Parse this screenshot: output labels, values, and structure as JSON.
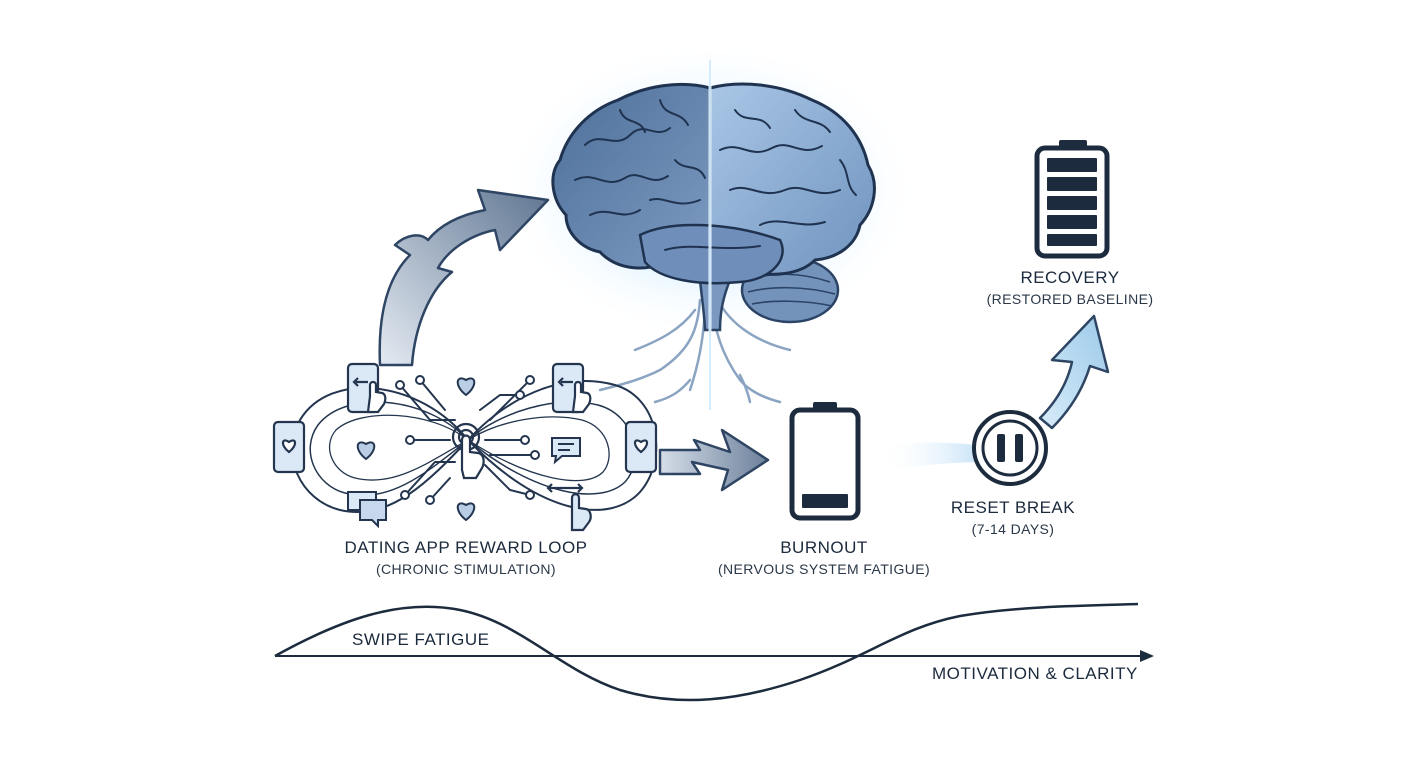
{
  "nodes": {
    "reward_loop": {
      "title": "DATING APP REWARD LOOP",
      "subtitle": "(CHRONIC STIMULATION)"
    },
    "burnout": {
      "title": "BURNOUT",
      "subtitle": "(NERVOUS SYSTEM FATIGUE)"
    },
    "reset_break": {
      "title": "RESET BREAK",
      "subtitle": "(7-14 DAYS)"
    },
    "recovery": {
      "title": "RECOVERY",
      "subtitle": "(RESTORED BASELINE)"
    }
  },
  "curves": {
    "swipe_fatigue_label": "SWIPE FATIGUE",
    "motivation_label": "MOTIVATION & CLARITY"
  },
  "icons": [
    "brain-icon",
    "phone-heart-icon",
    "phone-swipe-icon",
    "heart-icon",
    "chat-bubble-icon",
    "tap-hand-icon",
    "low-battery-icon",
    "pause-icon",
    "full-battery-icon",
    "lightning-arrow-icon",
    "up-arrow-icon"
  ],
  "colors": {
    "ink": "#1c2b3d",
    "glow": "#8fd0ff",
    "brain_blue": "#5c7ea8",
    "arrow_gray": "#6b7f97"
  }
}
